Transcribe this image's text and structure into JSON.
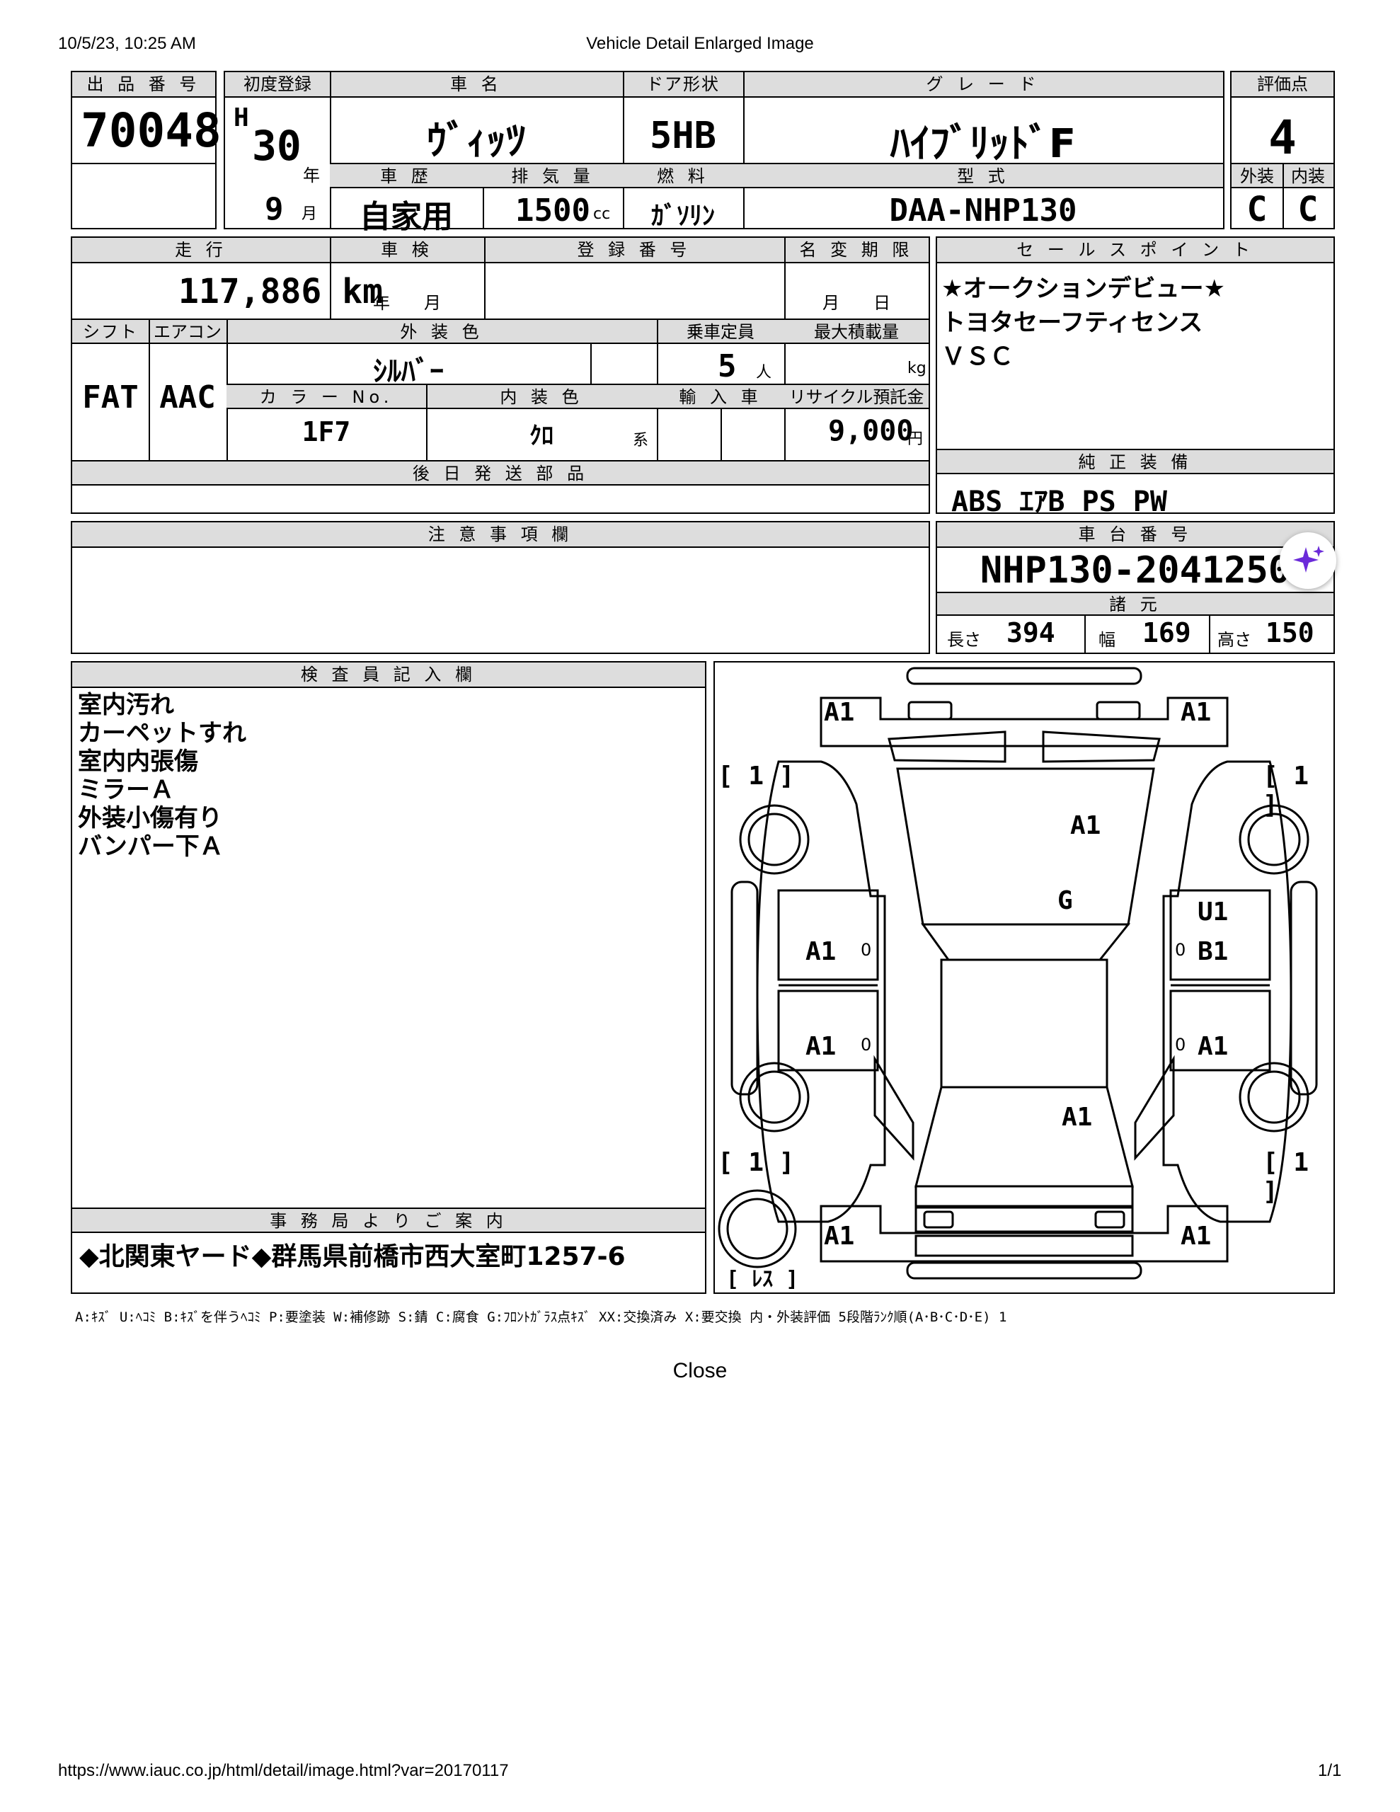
{
  "print_header": {
    "datetime": "10/5/23, 10:25 AM",
    "title": "Vehicle Detail Enlarged Image"
  },
  "sheet": {
    "lot_label": "出 品 番 号",
    "lot_number": "70048",
    "first_reg_label": "初度登録",
    "era": "H",
    "year": "30",
    "year_unit": "年",
    "month": "9",
    "month_unit": "月",
    "car_name_label": "車 名",
    "car_name": "ｳﾞｨｯﾂ",
    "door_label": "ドア形状",
    "door": "5HB",
    "grade_label": "グ レ ー ド",
    "grade": "ﾊｲﾌﾞﾘｯﾄﾞF",
    "score_label": "評価点",
    "score": "4",
    "history_label": "車 歴",
    "history": "自家用",
    "displacement_label": "排 気 量",
    "displacement": "1500",
    "displacement_unit": "cc",
    "fuel_label": "燃 料",
    "fuel": "ｶﾞｿﾘﾝ",
    "model_label": "型 式",
    "model": "DAA-NHP130",
    "exterior_label": "外装",
    "interior_label": "内装",
    "exterior_grade": "C",
    "interior_grade": "C",
    "mileage_label": "走 行",
    "mileage": "117,886 km",
    "inspection_label": "車 検",
    "inspection_value": "年　　月",
    "registration_label": "登 録 番 号",
    "registration": "",
    "name_change_label": "名 変 期 限",
    "name_change_value": "月　　日",
    "shift_label": "シフト",
    "shift": "FAT",
    "aircon_label": "エアコン",
    "aircon": "AAC",
    "color_label": "外 装 色",
    "color": "ｼﾙﾊﾞｰ",
    "capacity_label": "乗車定員",
    "capacity": "5",
    "capacity_unit": "人",
    "max_load_label": "最大積載量",
    "max_load_unit": "kg",
    "color_no_label": "カ ラ ー No.",
    "color_no": "1F7",
    "interior_color_label": "内 装 色",
    "interior_color": "ｸﾛ",
    "interior_color_suffix": "系",
    "import_label": "輸 入 車",
    "recycle_label": "リサイクル預託金",
    "recycle": "9,000",
    "recycle_unit": "円",
    "later_parts_label": "後 日 発 送 部 品",
    "sales_point_label": "セ ー ル ス ポ イ ン ト",
    "sales_points": [
      "★オークションデビュー★",
      "トヨタセーフティセンス",
      "ＶＳＣ"
    ],
    "equipment_label": "純 正 装 備",
    "equipment": "ABS ｴｱB PS PW",
    "caution_label": "注 意 事 項 欄",
    "chassis_label": "車 台 番 号",
    "chassis": "NHP130-2041250",
    "spec_label": "諸 元",
    "length_label": "長さ",
    "length": "394",
    "width_label": "幅",
    "width": "169",
    "height_label": "高さ",
    "height": "150",
    "inspector_label": "検 査 員 記 入 欄",
    "inspector_notes": [
      "室内汚れ",
      "カーペットすれ",
      "室内内張傷",
      "ミラーＡ",
      "外装小傷有り",
      "バンパー下Ａ"
    ],
    "office_label": "事 務 局 よ り ご 案 内",
    "office_note": "◆北関東ヤード◆群馬県前橋市西大室町1257-6",
    "diagram": {
      "front_left": "A1",
      "front_right": "A1",
      "hood": "A1",
      "windshield": "G",
      "left_front_door": "A1",
      "left_rear_door": "A1",
      "right_front_door_top": "U1",
      "right_front_door": "B1",
      "right_rear_door": "A1",
      "roof_rear": "A1",
      "rear_left": "A1",
      "rear_right": "A1",
      "tire_fl": "[ 1 ]",
      "tire_fr": "[ 1 ]",
      "tire_rl": "[ 1 ]",
      "tire_rr": "[ 1 ]",
      "spare": "[ ﾚｽ ]",
      "zero_lf": "0",
      "zero_lr": "0",
      "zero_rf": "0",
      "zero_rr": "0"
    },
    "legend": "A:ｷｽﾞ U:ﾍｺﾐ B:ｷｽﾞを伴うﾍｺﾐ P:要塗装 W:補修跡 S:錆 C:腐食 G:ﾌﾛﾝﾄｶﾞﾗｽ点ｷｽﾞ XX:交換済み X:要交換 内・外装評価 5段階ﾗﾝｸ順(A･B･C･D･E) 1"
  },
  "close_label": "Close",
  "footer": {
    "url": "https://www.iauc.co.jp/html/detail/image.html?var=20170117",
    "page": "1/1"
  }
}
